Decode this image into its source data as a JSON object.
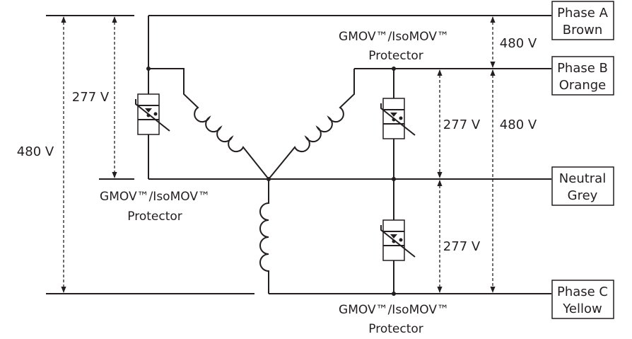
{
  "phases": [
    {
      "name": "Phase A",
      "color": "Brown"
    },
    {
      "name": "Phase B",
      "color": "Orange"
    },
    {
      "name": "Neutral",
      "color": "Grey"
    },
    {
      "name": "Phase C",
      "color": "Yellow"
    }
  ],
  "protector_label": {
    "line1": "GMOV™/IsoMOV™",
    "line2": "Protector"
  },
  "voltages": {
    "line_to_line": "480 V",
    "line_to_neutral": "277 V"
  }
}
